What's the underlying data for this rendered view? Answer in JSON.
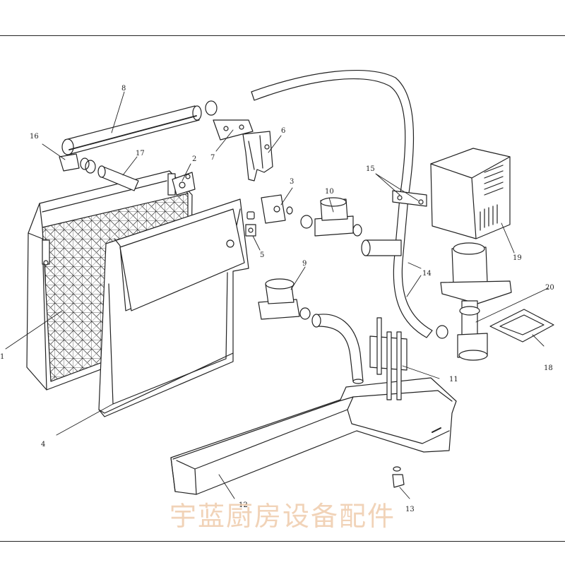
{
  "diagram": {
    "line_color": "#222222",
    "fill_color": "#ffffff",
    "callouts": [
      {
        "id": "c1",
        "label": "1"
      },
      {
        "id": "c2",
        "label": "2"
      },
      {
        "id": "c3",
        "label": "3"
      },
      {
        "id": "c4",
        "label": "4"
      },
      {
        "id": "c5",
        "label": "5"
      },
      {
        "id": "c6",
        "label": "6"
      },
      {
        "id": "c7",
        "label": "7"
      },
      {
        "id": "c8",
        "label": "8"
      },
      {
        "id": "c9",
        "label": "9"
      },
      {
        "id": "c10",
        "label": "10"
      },
      {
        "id": "c11",
        "label": "11"
      },
      {
        "id": "c12",
        "label": "12"
      },
      {
        "id": "c13",
        "label": "13"
      },
      {
        "id": "c14",
        "label": "14"
      },
      {
        "id": "c15",
        "label": "15"
      },
      {
        "id": "c16",
        "label": "16"
      },
      {
        "id": "c17",
        "label": "17"
      },
      {
        "id": "c18",
        "label": "18"
      },
      {
        "id": "c19",
        "label": "19"
      },
      {
        "id": "c20",
        "label": "20"
      }
    ]
  },
  "watermark": {
    "text": "宇蓝厨房设备配件",
    "color": "#ecc4a0"
  }
}
